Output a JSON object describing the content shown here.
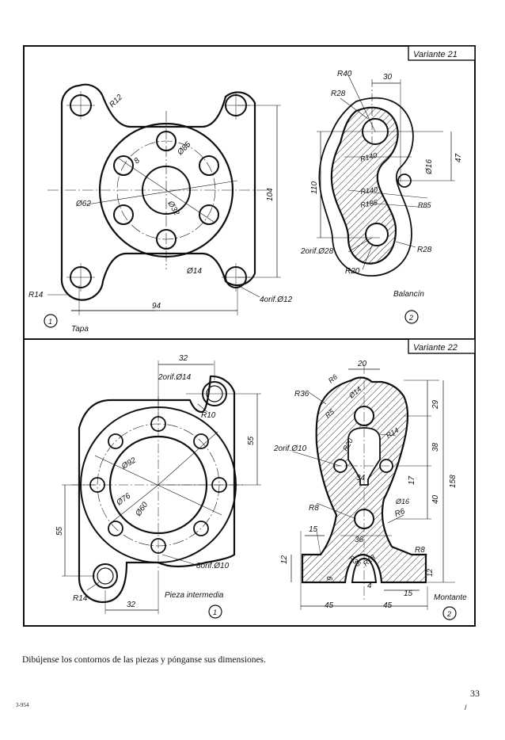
{
  "variant21": {
    "title": "Variante 21",
    "tapa": {
      "name": "Tapa",
      "number": "1",
      "dims": {
        "r12": "R12",
        "d85": "Ø85",
        "eight": "8",
        "d62": "Ø62",
        "d32": "Ø32",
        "d14": "Ø14",
        "r14": "R14",
        "w94": "94",
        "h104": "104",
        "holes": "4orif.Ø12"
      }
    },
    "balancin": {
      "name": "Balancín",
      "number": "2",
      "dims": {
        "r40": "R40",
        "w30": "30",
        "r28top": "R28",
        "r140a": "R140",
        "r140b": "R140",
        "r185": "R185",
        "r85": "R85",
        "d16": "Ø16",
        "h47": "47",
        "h110": "110",
        "holes": "2orif.Ø28",
        "r28b": "R28",
        "r20": "R20"
      }
    }
  },
  "variant22": {
    "title": "Variante 22",
    "pieza": {
      "name": "Pieza intermedia",
      "number": "1",
      "dims": {
        "w32top": "32",
        "holes14": "2orif.Ø14",
        "r10": "R10",
        "h55right": "55",
        "d92": "Ø92",
        "d76": "Ø76",
        "d60": "Ø60",
        "h55left": "55",
        "holes10": "8orif.Ø10",
        "r14": "R14",
        "w32bottom": "32"
      }
    },
    "montante": {
      "name": "Montante",
      "number": "2",
      "dims": {
        "w20": "20",
        "r6top": "R6",
        "r36": "R36",
        "d14": "Ø14",
        "r5": "R5",
        "r14": "R14",
        "r20": "R20",
        "holes": "2orif.Ø10",
        "h29": "29",
        "h38": "38",
        "w34": "34",
        "h17": "17",
        "h158": "158",
        "h40": "40",
        "d16": "Ø16",
        "r8a": "R8",
        "r6b": "R6",
        "w15": "15",
        "w36": "36",
        "r36b": "R36",
        "r18": "R18",
        "r8b": "R8",
        "h12a": "12",
        "h12b": "12",
        "w9": "9",
        "w4": "4",
        "w15b": "15",
        "w45a": "45",
        "w45b": "45"
      }
    }
  },
  "caption": "Dibújense los contornos de las piezas y pónganse sus dimensiones.",
  "footer_code": "3-954",
  "page_number": "33"
}
